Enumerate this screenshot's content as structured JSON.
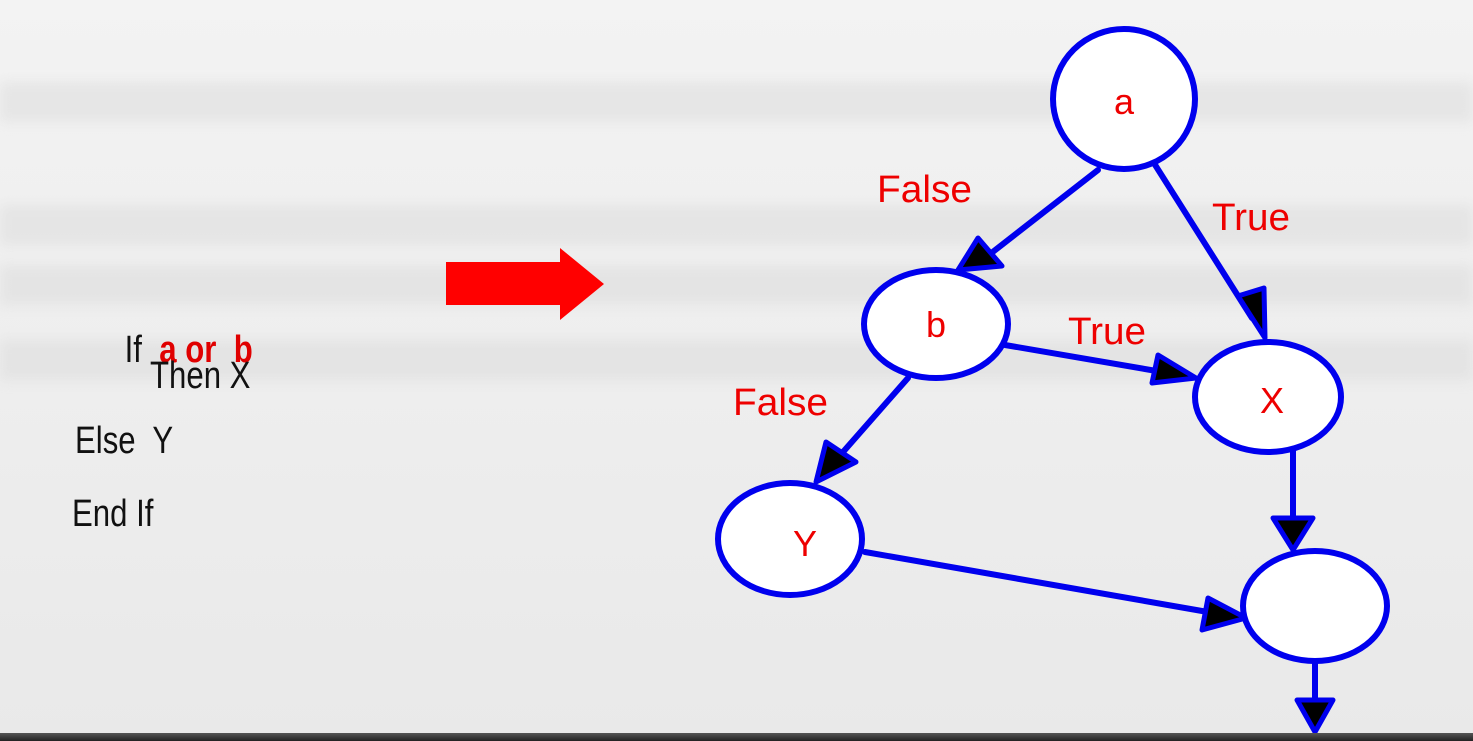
{
  "code": {
    "if_keyword": "If",
    "condition": "a or  b",
    "then_line": "Then X",
    "else_line": "Else  Y",
    "end_line": "End If"
  },
  "diagram": {
    "nodes": {
      "a": "a",
      "b": "b",
      "x": "X",
      "y": "Y",
      "merge": ""
    },
    "edge_labels": {
      "a_false": "False",
      "a_true": "True",
      "b_true": "True",
      "b_false": "False"
    }
  },
  "colors": {
    "edge": "#0000ee",
    "node_stroke": "#0000ee",
    "label": "#ee0000",
    "arrow_head": "#000000",
    "transform_arrow": "#ff0000"
  }
}
